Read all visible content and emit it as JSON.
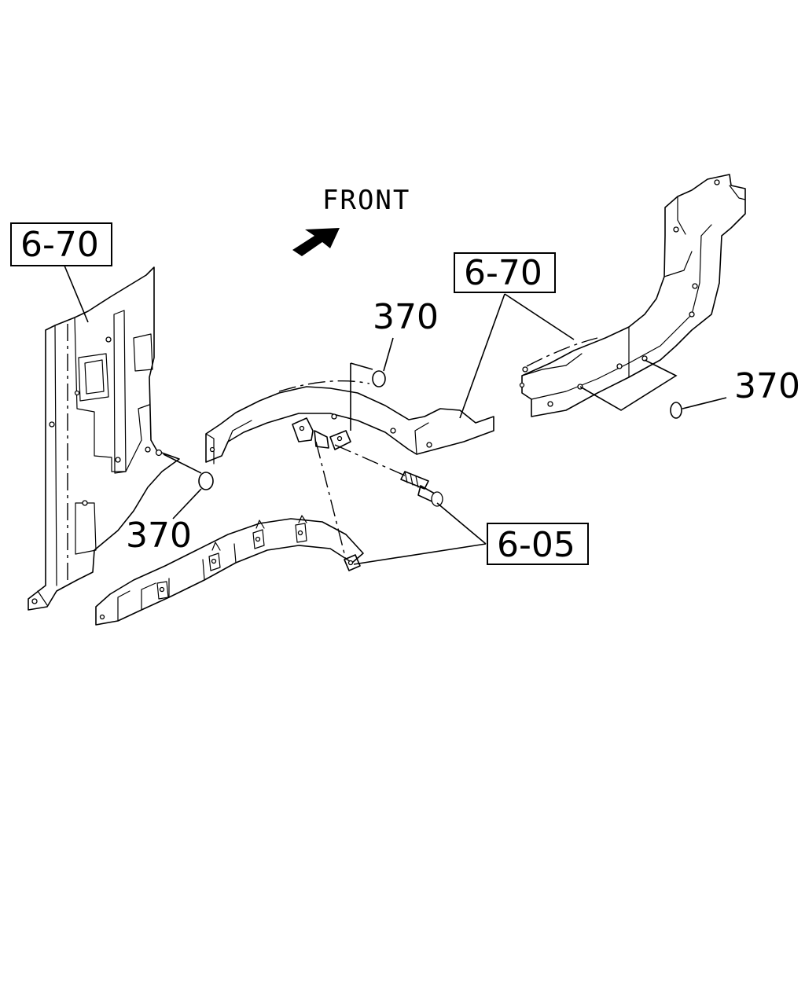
{
  "direction": {
    "label": "FRONT",
    "arrow_icon": "arrow-right-up-icon"
  },
  "callouts": {
    "ref_6_70_left": "6-70",
    "ref_6_70_center": "6-70",
    "ref_6_05": "6-05",
    "part_370_top": "370",
    "part_370_right": "370",
    "part_370_left": "370"
  }
}
